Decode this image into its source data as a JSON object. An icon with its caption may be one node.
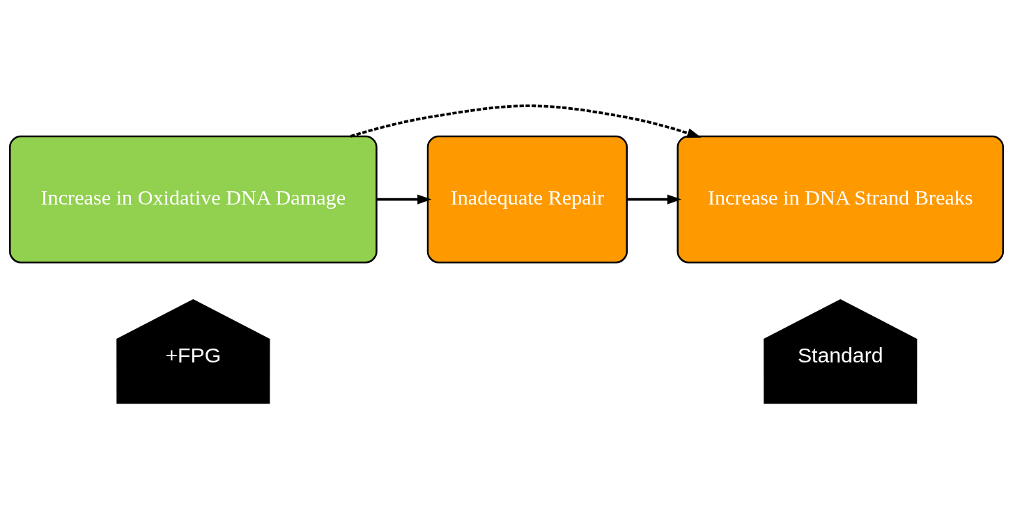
{
  "diagram": {
    "nodes": [
      {
        "text": [
          "Increase in Oxidative DNA Damage"
        ]
      },
      {
        "text": [
          "Inadequate Repair"
        ]
      },
      {
        "text": [
          "Increase in DNA Strand Breaks"
        ]
      },
      {
        "text": [
          "+FPG"
        ]
      },
      {
        "text": [
          "Standard"
        ]
      }
    ],
    "edges": [
      {
        "from": 0,
        "to": 1,
        "arrow": "to"
      },
      {
        "from": 1,
        "to": 2,
        "arrow": "to"
      },
      {
        "from": 0,
        "to": 2,
        "arrow": "to",
        "style": "dashed"
      }
    ]
  }
}
